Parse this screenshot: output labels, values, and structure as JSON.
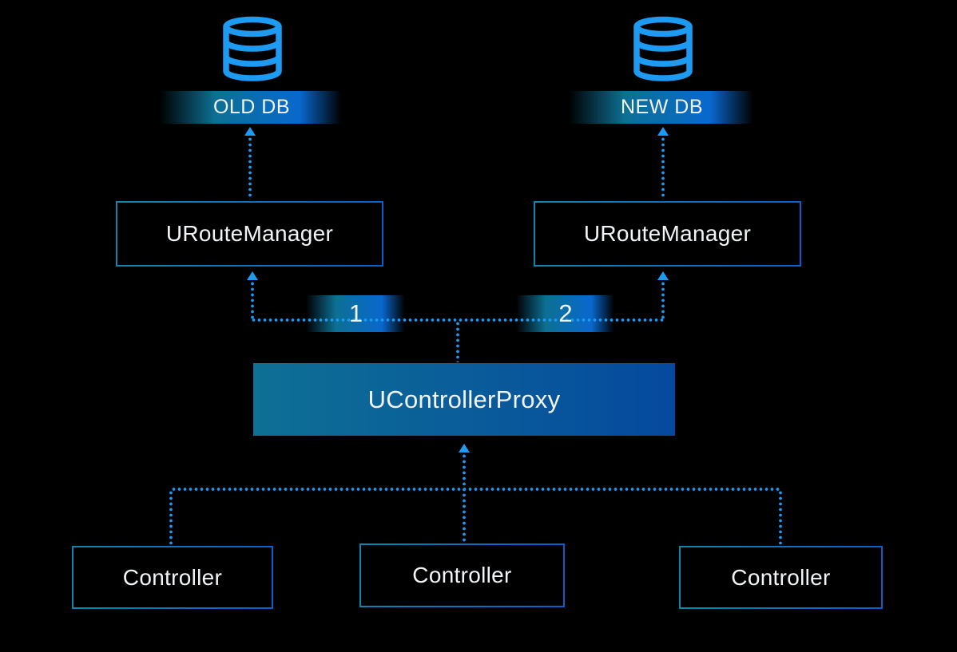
{
  "diagram": {
    "nodes": {
      "old_db": {
        "label": "OLD DB"
      },
      "new_db": {
        "label": "NEW DB"
      },
      "route_manager_left": {
        "label": "URouteManager"
      },
      "route_manager_right": {
        "label": "URouteManager"
      },
      "controller_proxy": {
        "label": "UControllerProxy"
      },
      "controller_left": {
        "label": "Controller"
      },
      "controller_center": {
        "label": "Controller"
      },
      "controller_right": {
        "label": "Controller"
      }
    },
    "edge_labels": {
      "to_old_db": "1",
      "to_new_db": "2"
    },
    "icons": {
      "left": "database-icon",
      "right": "database-icon"
    },
    "colors": {
      "background": "#000000",
      "accent": "#1d9bf3",
      "band_teal": "#0c7094",
      "band_blue": "#0968cd",
      "border_teal": "#0e84ae",
      "border_blue": "#0a5ecf",
      "proxy_start": "#0e7095",
      "proxy_end": "#05499e",
      "text": "#f2f5f8"
    }
  }
}
